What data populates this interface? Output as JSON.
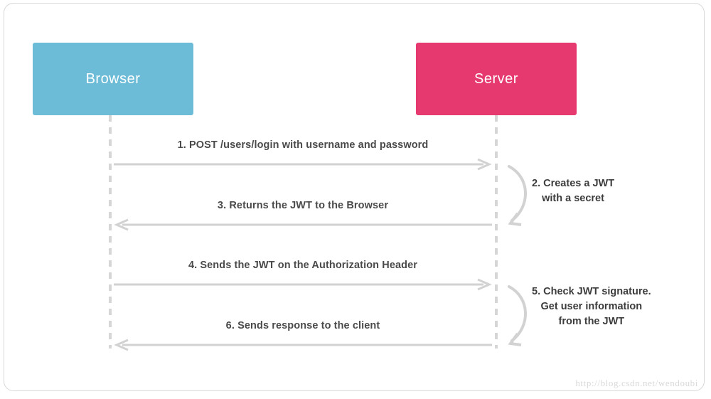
{
  "diagram": {
    "title": "JWT Authentication Sequence Diagram",
    "colors": {
      "browser_box": "#6cbcd8",
      "server_box": "#e6396f",
      "arrow": "#d2d2d2",
      "lifeline": "#d6d6d6",
      "label_text": "#4a4a4a",
      "card_border": "#d8d8d8",
      "watermark": "#d9d9d9"
    },
    "actors": [
      {
        "id": "browser",
        "label": "Browser"
      },
      {
        "id": "server",
        "label": "Server"
      }
    ],
    "messages": [
      {
        "id": "m1",
        "label": "1. POST /users/login with username and password",
        "direction": "right"
      },
      {
        "id": "m3",
        "label": "3. Returns the JWT to the Browser",
        "direction": "left"
      },
      {
        "id": "m4",
        "label": "4. Sends the JWT on the Authorization Header",
        "direction": "right"
      },
      {
        "id": "m6",
        "label": "6. Sends response to the client",
        "direction": "left"
      }
    ],
    "notes": [
      {
        "id": "n2",
        "lines": [
          "2. Creates a JWT",
          "with a secret"
        ]
      },
      {
        "id": "n5",
        "lines": [
          "5. Check JWT signature.",
          "Get user information",
          "from the JWT"
        ]
      }
    ],
    "watermark": "http://blog.csdn.net/wendoubi"
  }
}
